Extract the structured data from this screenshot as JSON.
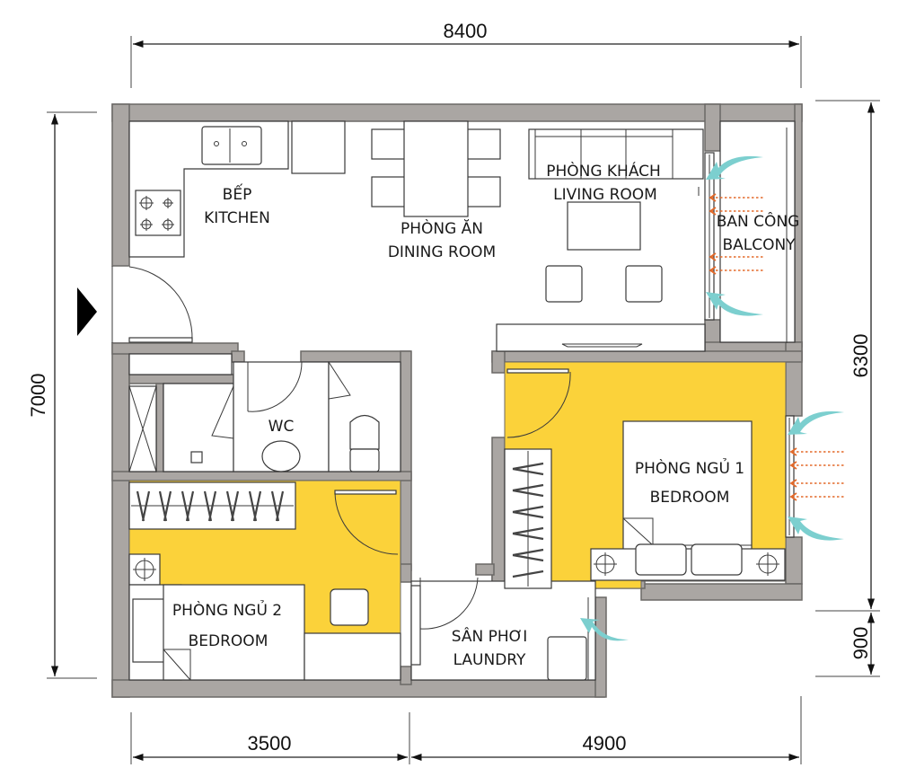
{
  "colors": {
    "wall": "#aaa6a3",
    "bedroom_floor": "#fbd23a",
    "breeze_arrow": "#7ccfcf",
    "heat_arrow": "#e46a2a",
    "background": "#ffffff"
  },
  "dimensions": {
    "overall_width": "8400",
    "overall_height": "7000",
    "bottom_left_width": "3500",
    "bottom_right_width": "4900",
    "right_upper_height": "6300",
    "right_lower_height": "900"
  },
  "rooms": {
    "kitchen": {
      "label_vi": "BẾP",
      "label_en": "KITCHEN"
    },
    "dining": {
      "label_vi": "PHÒNG ĂN",
      "label_en": "DINING ROOM"
    },
    "living": {
      "label_vi": "PHÒNG KHÁCH",
      "label_en": "LIVING ROOM"
    },
    "balcony": {
      "label_vi": "BAN CÔNG",
      "label_en": "BALCONY"
    },
    "wc": {
      "label": "WC"
    },
    "bedroom1": {
      "label_vi": "PHÒNG NGỦ 1",
      "label_en": "BEDROOM"
    },
    "bedroom2": {
      "label_vi": "PHÒNG NGỦ 2",
      "label_en": "BEDROOM"
    },
    "laundry": {
      "label_vi": "SÂN PHƠI",
      "label_en": "LAUNDRY"
    }
  },
  "markers": {
    "entrance": "entrance-arrow-icon"
  }
}
